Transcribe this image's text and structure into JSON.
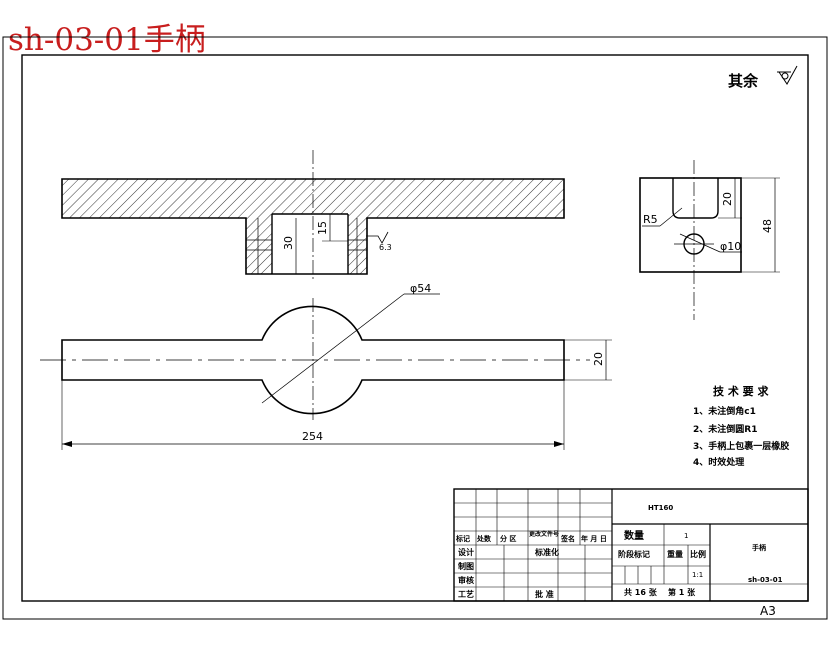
{
  "header_title": "sh-03-01手柄",
  "surface_note": "其余",
  "sheet_size": "A3",
  "dimensions": {
    "top_height": "30",
    "top_bore_depth": "15",
    "roughness": "6.3",
    "side_height": "20",
    "side_total": "48",
    "side_radius": "R5",
    "side_hole": "φ10",
    "boss_dia": "φ54",
    "bar_width": "20",
    "length": "254"
  },
  "tech_requirements": {
    "title": "技 术 要 求",
    "items": [
      "1、未注倒角c1",
      "2、未注倒圆R1",
      "3、手柄上包裹一层橡胶",
      "4、时效处理"
    ]
  },
  "title_block": {
    "material": "HT160",
    "part_name": "手柄",
    "drawing_no": "sh-03-01",
    "quantity_label": "数量",
    "quantity": "1",
    "stage_mark_label": "阶段标记",
    "weight_label": "重量",
    "scale_label": "比例",
    "scale": "1:1",
    "sheets_total": "共 16 张",
    "sheet_no": "第 1 张",
    "rev_headers": [
      "标记",
      "处数",
      "分 区",
      "更改文件号",
      "签名",
      "年 月 日"
    ],
    "roles": [
      "设计",
      "制图",
      "审核",
      "工艺"
    ],
    "std_label": "标准化",
    "approve_label": "批 准"
  }
}
